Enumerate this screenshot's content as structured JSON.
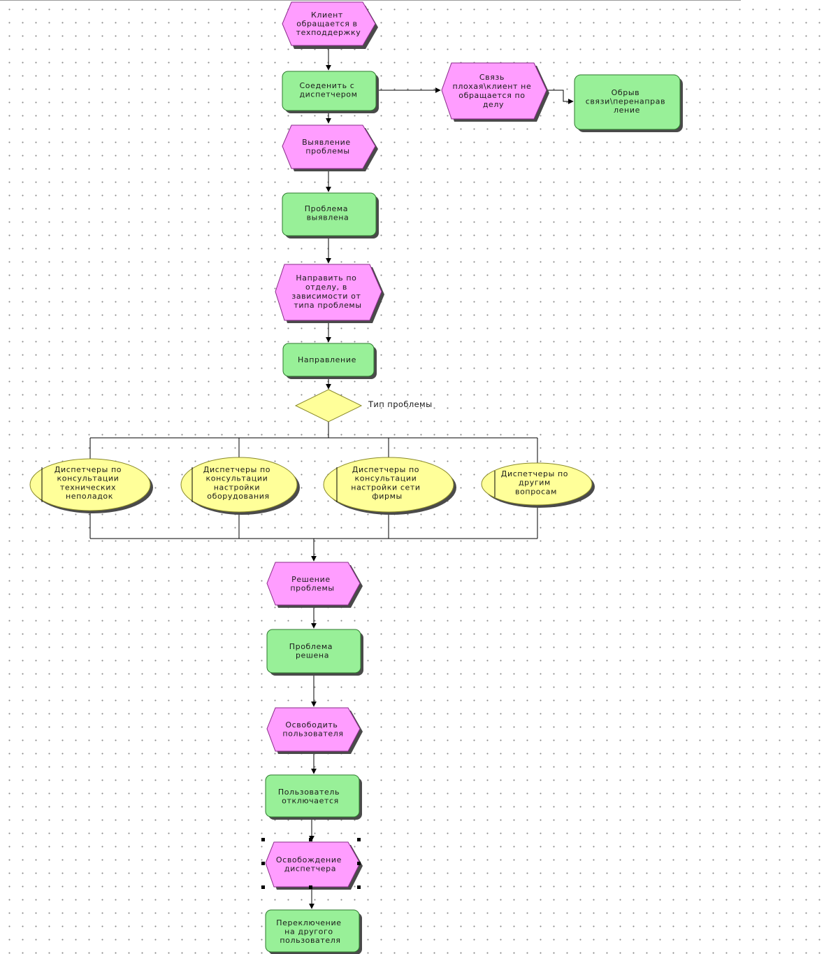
{
  "nodes": {
    "client_request": [
      "Клиент",
      "обращается в",
      "техподдержку"
    ],
    "connect_dispatcher": [
      "Соеденить с",
      "диспетчером"
    ],
    "bad_connection": [
      "Связь",
      "плохая\\клиент не",
      "обращается по",
      "делу"
    ],
    "disconnect": [
      "Обрыв",
      "связи\\перенаправ",
      "ление"
    ],
    "identify_problem": [
      "Выявление",
      "проблемы"
    ],
    "problem_identified": [
      "Проблема",
      "выявлена"
    ],
    "route_by_department": [
      "Направить по",
      "отделу, в",
      "зависимости от",
      "типа проблемы"
    ],
    "routing": [
      "Направление"
    ],
    "problem_type": [
      "Тип проблемы"
    ],
    "dispatcher_tech": [
      "Диспетчеры по",
      "консультации",
      "технических",
      "неполадок"
    ],
    "dispatcher_equipment": [
      "Диспетчеры по",
      "консультации",
      "настройки",
      "оборудования"
    ],
    "dispatcher_network": [
      "Диспетчеры по",
      "консультации",
      "настройки сети",
      "фирмы"
    ],
    "dispatcher_other": [
      "Диспетчеры по",
      "другим",
      "вопросам"
    ],
    "solve_problem": [
      "Решение",
      "проблемы"
    ],
    "problem_solved": [
      "Проблема",
      "решена"
    ],
    "release_user": [
      "Освободить",
      "пользователя"
    ],
    "user_disconnects": [
      "Пользователь",
      "отключается"
    ],
    "release_dispatcher": [
      "Освобождение",
      "диспетчера"
    ],
    "switch_user": [
      "Переключение",
      "на другого",
      "пользователя"
    ]
  },
  "colors": {
    "event": "#ff9dff",
    "function": "#98f098",
    "connector": "#ffff99"
  },
  "icons": {
    "selection_handles": "selection-handles-icon",
    "arrow": "arrowhead-icon"
  }
}
